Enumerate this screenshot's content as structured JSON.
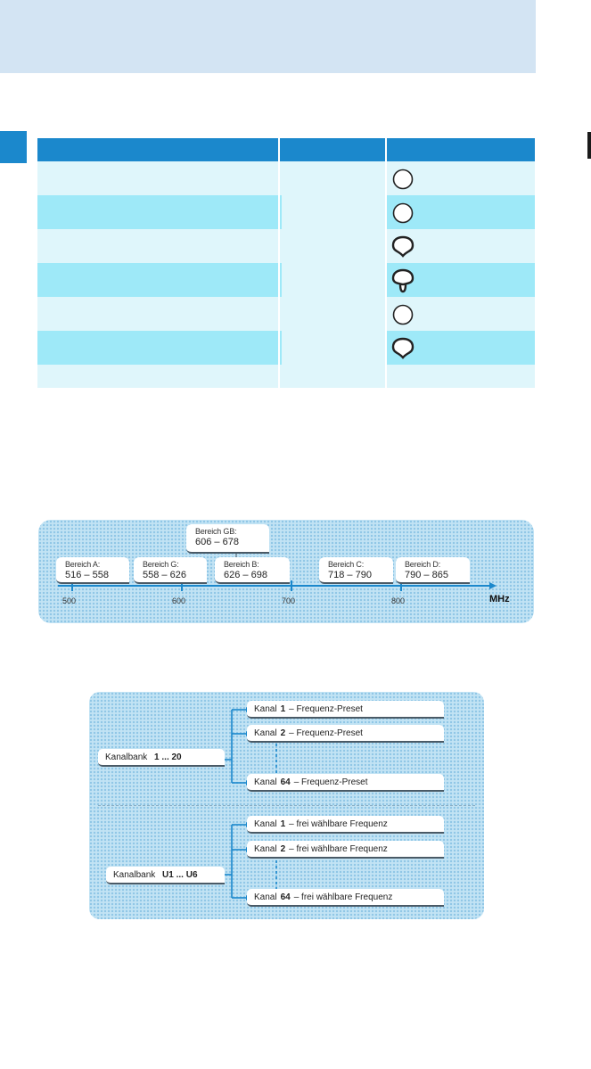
{
  "table": {
    "rows": [
      {
        "pattern": "omni"
      },
      {
        "pattern": "omni"
      },
      {
        "pattern": "cardioid"
      },
      {
        "pattern": "supercardioid"
      },
      {
        "pattern": "omni"
      },
      {
        "pattern": "cardioid"
      }
    ]
  },
  "frequency_ranges": {
    "ranges": [
      {
        "name": "Bereich A",
        "span": "516 – 558",
        "sep": ":"
      },
      {
        "name": "Bereich G",
        "span": "558 – 626",
        "sep": ":"
      },
      {
        "name": "Bereich B",
        "span": "626 – 698",
        "sep": ":"
      },
      {
        "name": "Bereich C",
        "span": "718 – 790",
        "sep": ":"
      },
      {
        "name": "Bereich D",
        "span": "790 – 865",
        "sep": ":"
      },
      {
        "name": "Bereich GB",
        "span": "606 – 678",
        "sep": ":"
      }
    ],
    "range_labels": [
      "Bereich A:",
      "Bereich G:",
      "Bereich B:",
      "Bereich C:",
      "Bereich D:",
      "Bereich GB:"
    ],
    "axis_ticks": [
      "500",
      "600",
      "700",
      "800"
    ],
    "unit": "MHz"
  },
  "channel_banks": {
    "fixed": {
      "label": "Kanalbank",
      "range": "1 ... 20",
      "channels": [
        {
          "prefix": "Kanal",
          "number": "1",
          "suffix": "– Frequenz-Preset"
        },
        {
          "prefix": "Kanal",
          "number": "2",
          "suffix": "– Frequenz-Preset"
        },
        {
          "prefix": "Kanal",
          "number": "64",
          "suffix": "– Frequenz-Preset"
        }
      ]
    },
    "user": {
      "label": "Kanalbank",
      "range": "U1 ... U6",
      "channels": [
        {
          "prefix": "Kanal",
          "number": "1",
          "suffix": "– frei wählbare Frequenz"
        },
        {
          "prefix": "Kanal",
          "number": "2",
          "suffix": "– frei wählbare Frequenz"
        },
        {
          "prefix": "Kanal",
          "number": "64",
          "suffix": "– frei wählbare Frequenz"
        }
      ]
    }
  },
  "colors": {
    "header_band": "#d3e4f3",
    "accent_blue": "#1b88cc",
    "row_light": "#dff6fb",
    "row_dark": "#9ee9f8",
    "panel_bg": "#c2e3f4"
  }
}
